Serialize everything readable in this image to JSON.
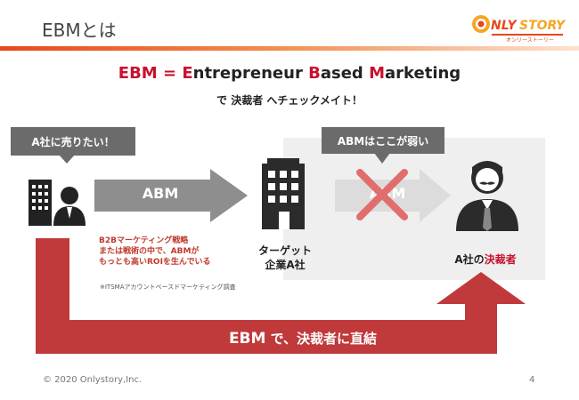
{
  "slide": {
    "title": "EBMとは",
    "headline": {
      "part1": "EBM",
      "part2": " = ",
      "part3": "E",
      "part4": "ntrepreneur ",
      "part5": "B",
      "part6": "ased ",
      "part7": "M",
      "part8": "arketing"
    },
    "subline": "で 決裁者 へチェックメイト！"
  },
  "logo": {
    "text": "ONLYSTORY",
    "subtext": "オンリーストーリー"
  },
  "bubbles": {
    "left": "A社に売りたい！",
    "right": "ABMはここが弱い"
  },
  "arrows": {
    "abm_left": "ABM",
    "abm_right": "ABM",
    "ebm_prefix": "EBM",
    "ebm_suffix": " で、決裁者に直結"
  },
  "labels": {
    "abm_desc": [
      "B2Bマーケティング戦略",
      "または戦術の中で、ABMが",
      "もっとも高いROIを生んでいる"
    ],
    "company_line1": "ターゲット",
    "company_line2": "企業A社",
    "decision_maker_prefix": "A社の",
    "decision_maker_red": "決裁者",
    "survey_note": "※ITSMAアカウントベースドマーケティング調査"
  },
  "footer": {
    "copyright": "© 2020 Onlystory,Inc.",
    "page_number": "4"
  },
  "colors": {
    "accent_red": "#c8102e",
    "arrow_red": "#c0393b",
    "arrow_grey": "#8e8e8e",
    "bubble_grey": "#6b6b6b",
    "title_rule": "#e8471d"
  }
}
